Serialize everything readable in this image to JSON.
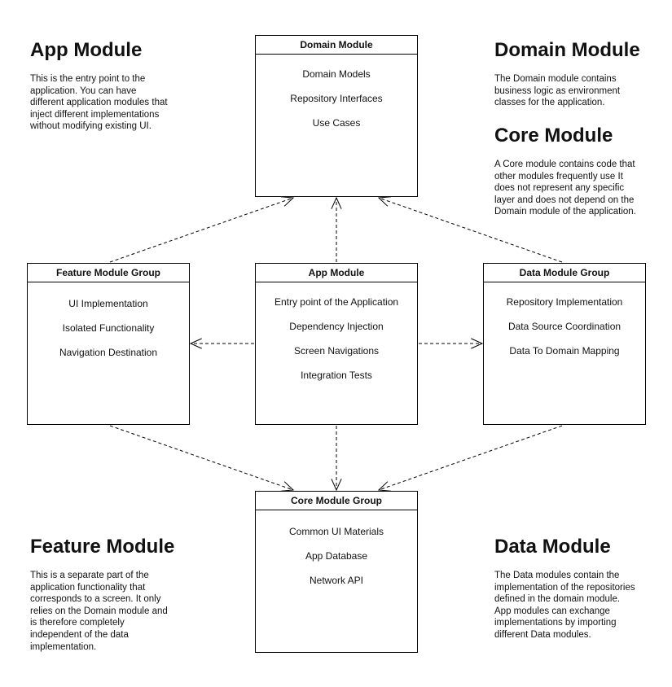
{
  "boxes": {
    "domain": {
      "title": "Domain Module",
      "items": [
        "Domain Models",
        "Repository Interfaces",
        "Use Cases"
      ]
    },
    "feature": {
      "title": "Feature Module Group",
      "items": [
        "UI Implementation",
        "Isolated Functionality",
        "Navigation Destination"
      ]
    },
    "app": {
      "title": "App Module",
      "items": [
        "Entry point of the Application",
        "Dependency Injection",
        "Screen Navigations",
        "Integration Tests"
      ]
    },
    "data": {
      "title": "Data Module Group",
      "items": [
        "Repository Implementation",
        "Data Source Coordination",
        "Data To Domain Mapping"
      ]
    },
    "core": {
      "title": "Core Module Group",
      "items": [
        "Common UI Materials",
        "App Database",
        "Network API"
      ]
    }
  },
  "sections": {
    "app": {
      "heading": "App Module",
      "lines": [
        "This is the entry point to the",
        "application. You can have",
        "different application modules that",
        "inject different implementations",
        "without modifying existing UI."
      ]
    },
    "domain": {
      "heading": "Domain Module",
      "lines": [
        "The Domain module contains",
        "business logic as environment",
        "classes for the application."
      ]
    },
    "core": {
      "heading": "Core Module",
      "lines": [
        "A Core module contains code that",
        "other modules frequently use It",
        "does not represent any specific",
        "layer and does not depend on the",
        "Domain module of the application."
      ]
    },
    "feature": {
      "heading": "Feature Module",
      "lines": [
        "This is a separate part of the",
        "application functionality that",
        "corresponds to a screen. It only",
        "relies on the Domain module and",
        "is therefore completely",
        "independent of the data",
        "implementation."
      ]
    },
    "data": {
      "heading": "Data Module",
      "lines": [
        "The Data modules contain the",
        "implementation of the repositories",
        "defined in the domain module.",
        "App modules can exchange",
        "implementations by importing",
        "different Data modules."
      ]
    }
  },
  "edges": [
    {
      "from": "feature",
      "to": "domain"
    },
    {
      "from": "app",
      "to": "domain"
    },
    {
      "from": "data",
      "to": "domain"
    },
    {
      "from": "app",
      "to": "feature"
    },
    {
      "from": "app",
      "to": "data"
    },
    {
      "from": "feature",
      "to": "core"
    },
    {
      "from": "app",
      "to": "core"
    },
    {
      "from": "data",
      "to": "core"
    }
  ],
  "colors": {
    "line": "#000000",
    "text": "#111111",
    "background": "#ffffff"
  }
}
